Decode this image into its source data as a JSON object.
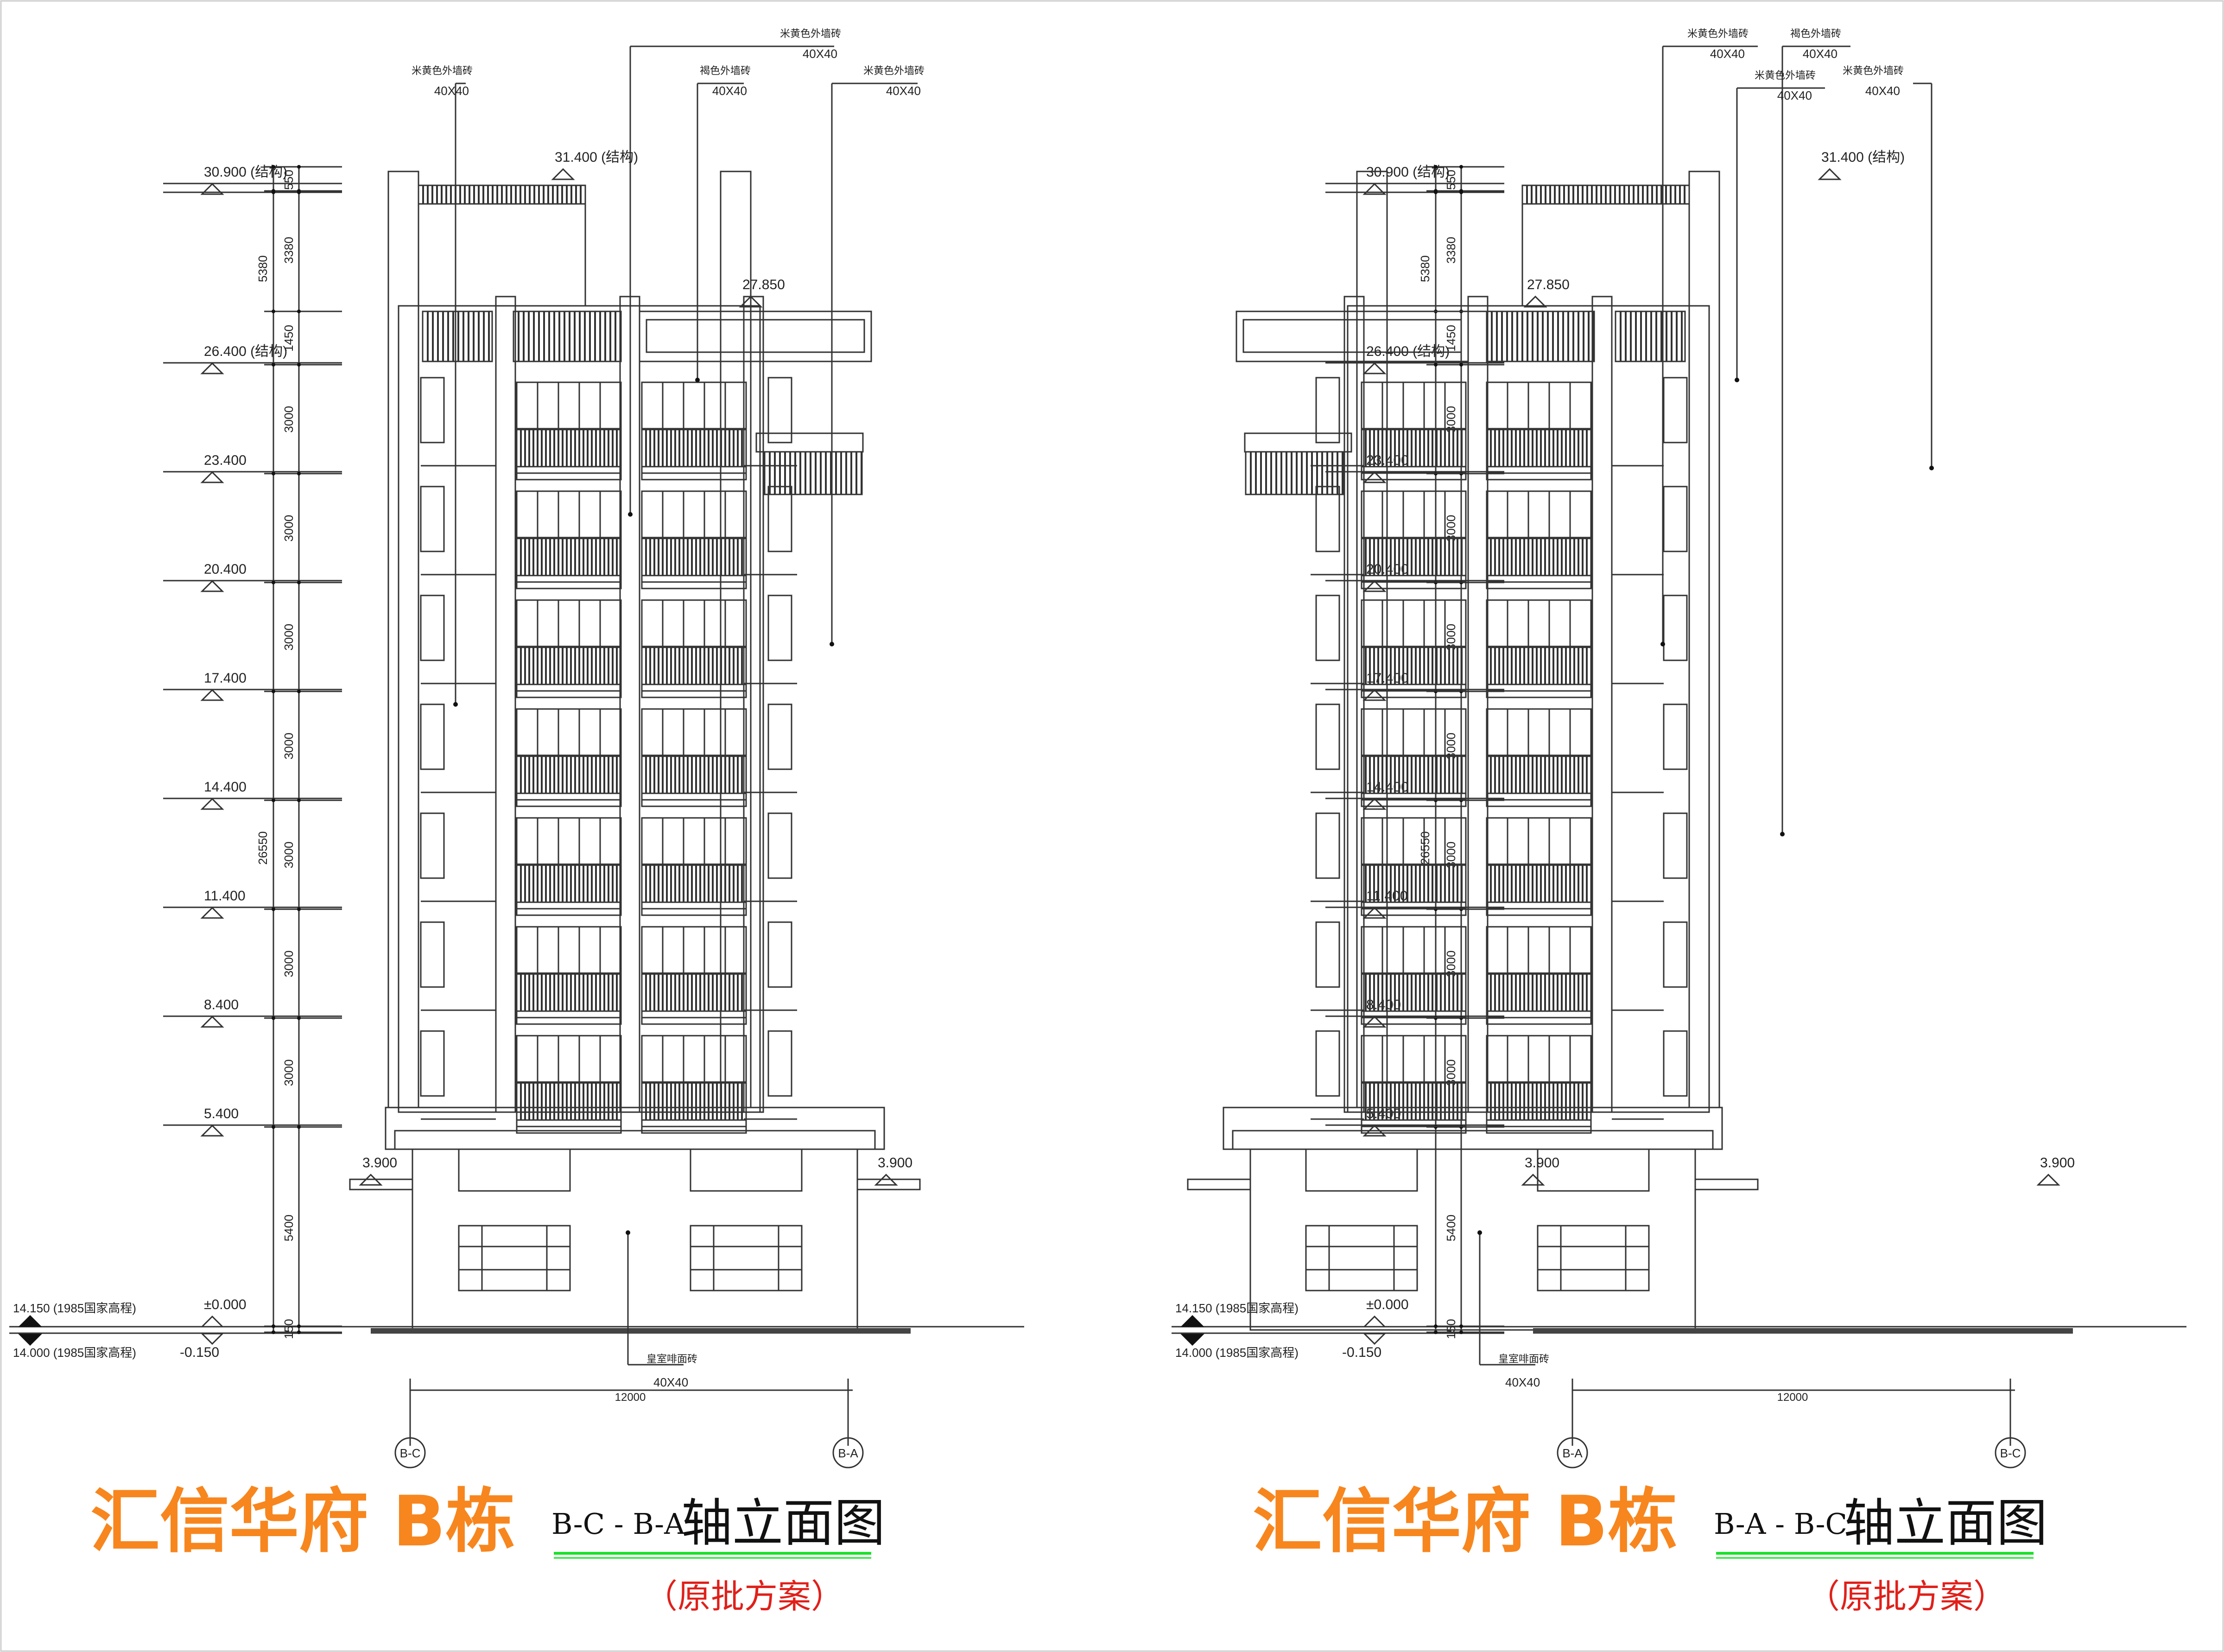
{
  "colors": {
    "title": "#f7861e",
    "subtitle": "#e0201a",
    "underline": "#19e22a",
    "line": "#333333"
  },
  "drawings": [
    {
      "elevations": [
        "30.900 (结构)",
        "26.400 (结构)",
        "23.400",
        "20.400",
        "17.400",
        "14.400",
        "11.400",
        "8.400",
        "5.400"
      ],
      "base_elevations": [
        "±0.000",
        "-0.150"
      ],
      "national_elevations": [
        "14.150 (1985国家高程)",
        "14.000 (1985国家高程)"
      ],
      "level_marks": {
        "roof": "31.400 (结构)",
        "parapet": "27.850",
        "left_canopy": "3.900",
        "right_canopy": "3.900"
      },
      "dims_right": [
        "550",
        "3380",
        "1450",
        "3000",
        "3000",
        "3000",
        "3000",
        "3000",
        "3000",
        "3000",
        "5400",
        "150"
      ],
      "dims_total": [
        "5380",
        "26550"
      ],
      "notes": [
        {
          "name": "米黄色外墙砖",
          "size": "40X40"
        },
        {
          "name": "米黄色外墙砖",
          "size": "40X40"
        },
        {
          "name": "褐色外墙砖",
          "size": "40X40"
        },
        {
          "name": "米黄色外墙砖",
          "size": "40X40"
        }
      ],
      "base_note": {
        "name": "皇室啡面砖",
        "size": "40X40"
      },
      "width_dim": "12000",
      "axes": [
        "B-C",
        "B-A"
      ],
      "title_main": "汇信华府  B栋",
      "title_axes": "B-C - B-A",
      "title_suffix": "轴立面图",
      "subtitle": "（原批方案）"
    },
    {
      "elevations": [
        "30.900 (结构)",
        "26.400 (结构)",
        "23.400",
        "20.400",
        "17.400",
        "14.400",
        "11.400",
        "8.400",
        "5.400"
      ],
      "base_elevations": [
        "±0.000",
        "-0.150"
      ],
      "national_elevations": [
        "14.150 (1985国家高程)",
        "14.000 (1985国家高程)"
      ],
      "level_marks": {
        "roof": "31.400 (结构)",
        "parapet": "27.850",
        "left_canopy": "3.900",
        "right_canopy": "3.900"
      },
      "dims_right": [
        "550",
        "3380",
        "1450",
        "3000",
        "3000",
        "3000",
        "3000",
        "3000",
        "3000",
        "3000",
        "5400",
        "150"
      ],
      "dims_total": [
        "5380",
        "26550"
      ],
      "notes": [
        {
          "name": "米黄色外墙砖",
          "size": "40X40"
        },
        {
          "name": "褐色外墙砖",
          "size": "40X40"
        },
        {
          "name": "米黄色外墙砖",
          "size": "40X40"
        },
        {
          "name": "米黄色外墙砖",
          "size": "40X40"
        }
      ],
      "base_note": {
        "name": "皇室啡面砖",
        "size": "40X40"
      },
      "width_dim": "12000",
      "axes": [
        "B-A",
        "B-C"
      ],
      "title_main": "汇信华府  B栋",
      "title_axes": "B-A - B-C",
      "title_suffix": "轴立面图",
      "subtitle": "（原批方案）"
    }
  ]
}
